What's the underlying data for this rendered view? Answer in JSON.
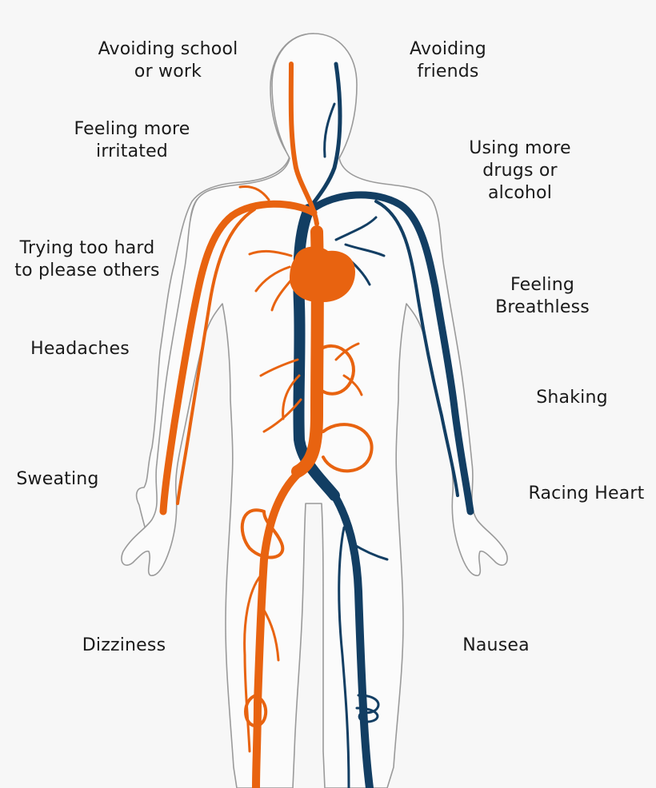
{
  "colors": {
    "background": "#f7f7f7",
    "body_fill": "#fbfbfb",
    "body_outline": "#9a9a9a",
    "artery": "#e86310",
    "vein": "#123e63",
    "text": "#1a1a1a"
  },
  "symptoms": {
    "left": [
      "Avoiding school\nor work",
      "Feeling more\nirritated",
      "Trying too hard\nto please others",
      "Headaches",
      "Sweating",
      "Dizziness"
    ],
    "right": [
      "Avoiding\nfriends",
      "Using more\ndrugs or\nalcohol",
      "Feeling\nBreathless",
      "Shaking",
      "Racing Heart",
      "Nausea"
    ]
  }
}
